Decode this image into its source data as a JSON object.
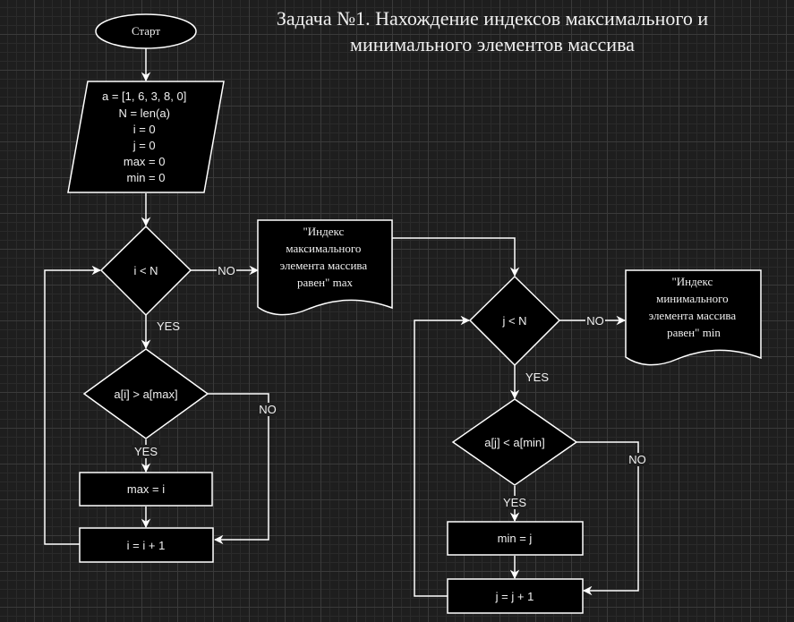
{
  "title": {
    "line1": "Задача №1. Нахождение индексов максимального и",
    "line2": "минимального элементов массива"
  },
  "nodes": {
    "start": "Старт",
    "init": [
      "a = [1, 6, 3, 8, 0]",
      "N = len(a)",
      "i = 0",
      "j = 0",
      "max = 0",
      "min = 0"
    ],
    "cond_i": "i < N",
    "cond_max": "a[i] > a[max]",
    "assign_max": "max = i",
    "inc_i": "i = i + 1",
    "out_max": [
      "\"Индекс",
      "максимального",
      "элемента массива",
      "равен\" max"
    ],
    "cond_j": "j < N",
    "cond_min": "a[j] < a[min]",
    "assign_min": "min = j",
    "inc_j": "j = j + 1",
    "out_min": [
      "\"Индекс",
      "минимального",
      "элемента массива",
      "равен\" min"
    ]
  },
  "edge_labels": {
    "yes": "YES",
    "no": "NO"
  },
  "colors": {
    "background": "#1e1e1e",
    "shape_fill": "#000000",
    "stroke": "#ffffff",
    "text": "#f0f0f0"
  }
}
